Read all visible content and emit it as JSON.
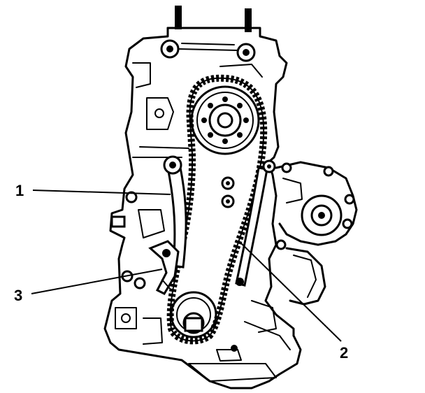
{
  "diagram": {
    "callouts": [
      {
        "id": "1",
        "label": "1"
      },
      {
        "id": "2",
        "label": "2"
      },
      {
        "id": "3",
        "label": "3"
      }
    ],
    "colors": {
      "ink": "#000000",
      "paper": "#ffffff"
    }
  }
}
